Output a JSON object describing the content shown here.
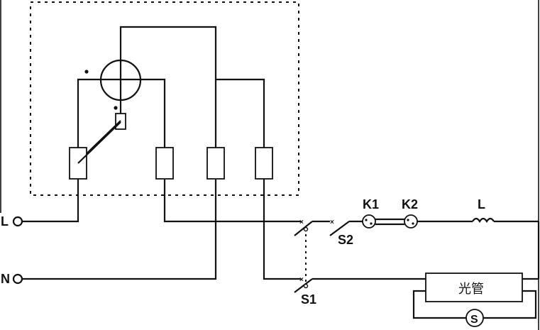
{
  "labels": {
    "line": "L",
    "neutral": "N",
    "switch_s1": "S1",
    "switch_s2": "S2",
    "socket_k1": "K1",
    "socket_k2": "K2",
    "ballast": "L",
    "tube": "光管",
    "starter": "S"
  },
  "colors": {
    "line": "#111111",
    "background": "#ffffff"
  },
  "icons": [
    "meter-dial-icon",
    "terminal-circle-icon",
    "switch-icon",
    "socket-icon",
    "inductor-icon",
    "starter-icon"
  ]
}
